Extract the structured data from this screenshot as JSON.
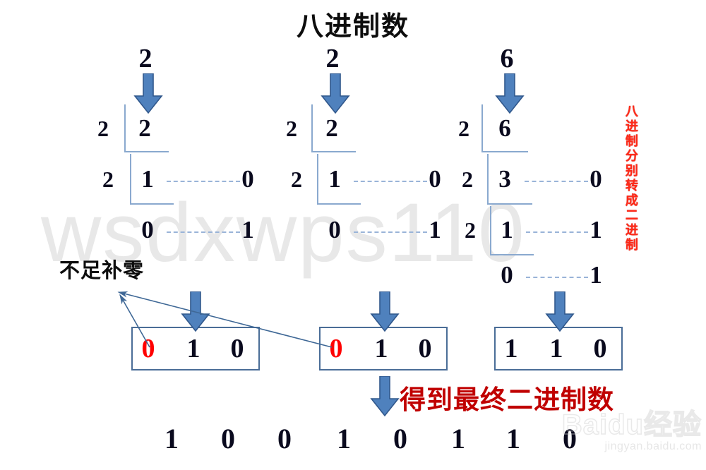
{
  "title": "八进制数",
  "colors": {
    "arrow_fill": "#4f81bd",
    "arrow_stroke": "#31588c",
    "bracket": "#8aa9cf",
    "box_border": "#4a6d97",
    "red_digit": "#ff0000",
    "red_note": "#ff2a18",
    "red_final": "#c00000",
    "digit": "#0a0a1e",
    "watermark": "#e8e8e8"
  },
  "watermark": "wsdxwps110",
  "baidu_watermark": {
    "main": "Baidu经验",
    "sub": "jingyan.baidu.com"
  },
  "side_note": "八进制分别转成二进制",
  "pad_note": "不足补零",
  "final_note": "得到最终二进制数",
  "columns": [
    {
      "source_digit": "2",
      "rows": [
        {
          "divisor": "2",
          "quotient": "2",
          "remainder": null
        },
        {
          "divisor": "2",
          "quotient": "1",
          "remainder": "0"
        },
        {
          "divisor": null,
          "quotient": "0",
          "remainder": "1"
        }
      ],
      "result_box": {
        "digits": [
          "0",
          "1",
          "0"
        ],
        "red_flags": [
          true,
          false,
          false
        ]
      }
    },
    {
      "source_digit": "2",
      "rows": [
        {
          "divisor": "2",
          "quotient": "2",
          "remainder": null
        },
        {
          "divisor": "2",
          "quotient": "1",
          "remainder": "0"
        },
        {
          "divisor": null,
          "quotient": "0",
          "remainder": "1"
        }
      ],
      "result_box": {
        "digits": [
          "0",
          "1",
          "0"
        ],
        "red_flags": [
          true,
          false,
          false
        ]
      }
    },
    {
      "source_digit": "6",
      "rows": [
        {
          "divisor": "2",
          "quotient": "6",
          "remainder": null
        },
        {
          "divisor": "2",
          "quotient": "3",
          "remainder": "0"
        },
        {
          "divisor": "2",
          "quotient": "1",
          "remainder": "1"
        },
        {
          "divisor": null,
          "quotient": "0",
          "remainder": "1"
        }
      ],
      "result_box": {
        "digits": [
          "1",
          "1",
          "0"
        ],
        "red_flags": [
          false,
          false,
          false
        ]
      }
    }
  ],
  "final_binary": [
    "1",
    "0",
    "0",
    "1",
    "0",
    "1",
    "1",
    "0"
  ]
}
